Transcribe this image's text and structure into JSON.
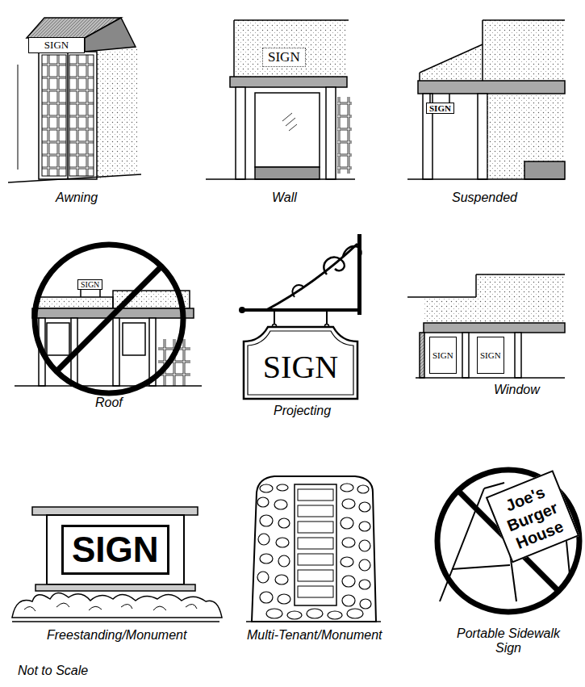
{
  "diagram": {
    "nodes": [
      {
        "text": [
          "SIGN"
        ]
      },
      {
        "text": [
          "SIGN"
        ]
      },
      {
        "text": [
          "SIGN"
        ]
      },
      {
        "text": [
          "SIGN"
        ]
      },
      {
        "text": [
          "SIGN"
        ]
      },
      {
        "text": [
          "SIGN"
        ]
      },
      {
        "text": [
          "SIGN"
        ]
      },
      {
        "text": [
          "SIGN"
        ]
      },
      {
        "text": [
          "Joe's Burger House"
        ]
      }
    ],
    "labels": [
      "Awning",
      "Wall",
      "Suspended",
      "Roof",
      "Projecting",
      "Window",
      "Freestanding/Monument",
      "Multi-Tenant/Monument",
      "Portable Sidewalk Sign",
      "Not to Scale"
    ]
  }
}
